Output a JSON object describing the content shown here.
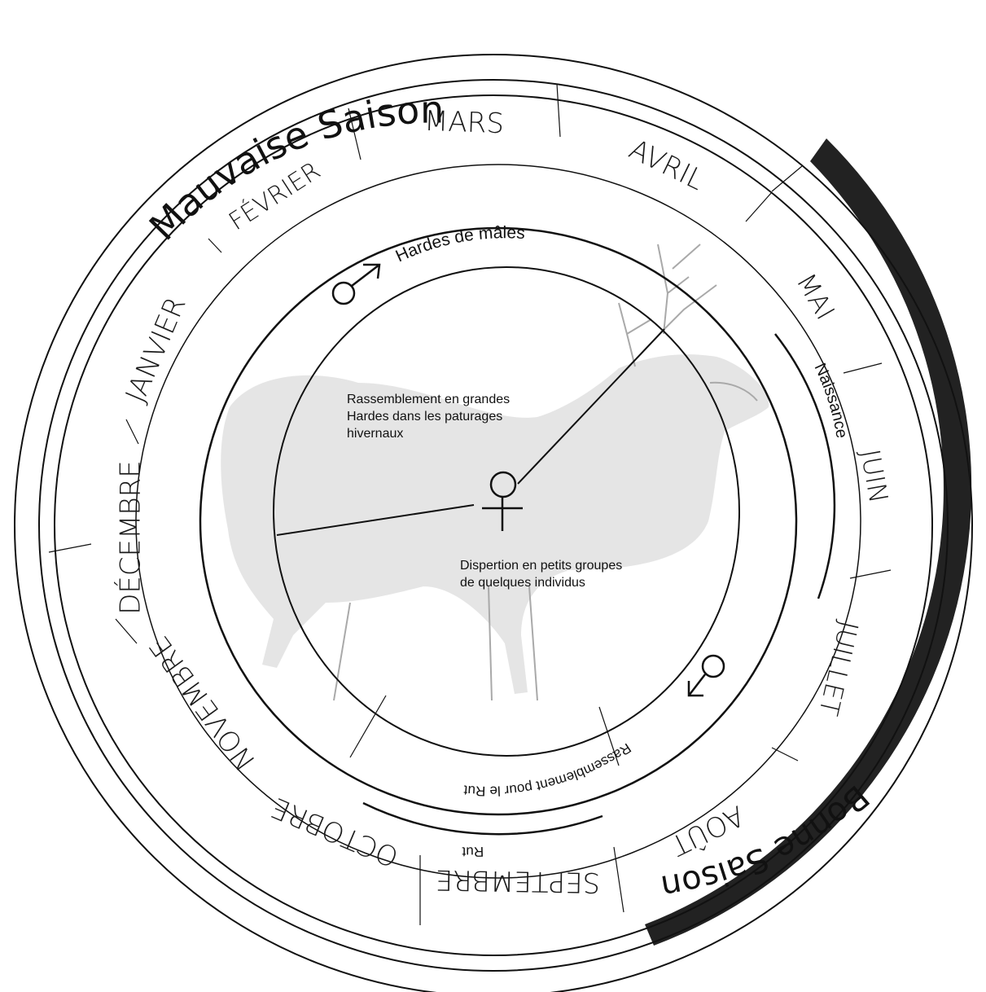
{
  "seasons": {
    "bad": "Mauvaise Saison",
    "good": "Bonne Saison"
  },
  "months": [
    "JANVIER",
    "FÉVRIER",
    "MARS",
    "AVRIL",
    "MAI",
    "JUIN",
    "JUILLET",
    "AOÛT",
    "SEPTEMBRE",
    "OCTOBRE",
    "NOVEMBRE",
    "DÉCEMBRE"
  ],
  "cycle": {
    "male_herds": "Hardes de mâles",
    "birth": "Naissance",
    "rut": "Rut",
    "rut_gathering": "Rassemblement pour le Rut"
  },
  "center": {
    "winter_gathering": "Rassemblement en grandes Hardes dans les paturages hivernaux",
    "dispersal": "Dispertion en petits groupes de quelques individus"
  },
  "symbols": {
    "male_icon": "mars-symbol-icon",
    "female_icon": "venus-symbol-icon",
    "background_image": "red-deer-stag-sketch"
  },
  "colors": {
    "stroke": "#111111",
    "good_season_band": "#222222",
    "deer_shading": "#cfcfcf"
  }
}
